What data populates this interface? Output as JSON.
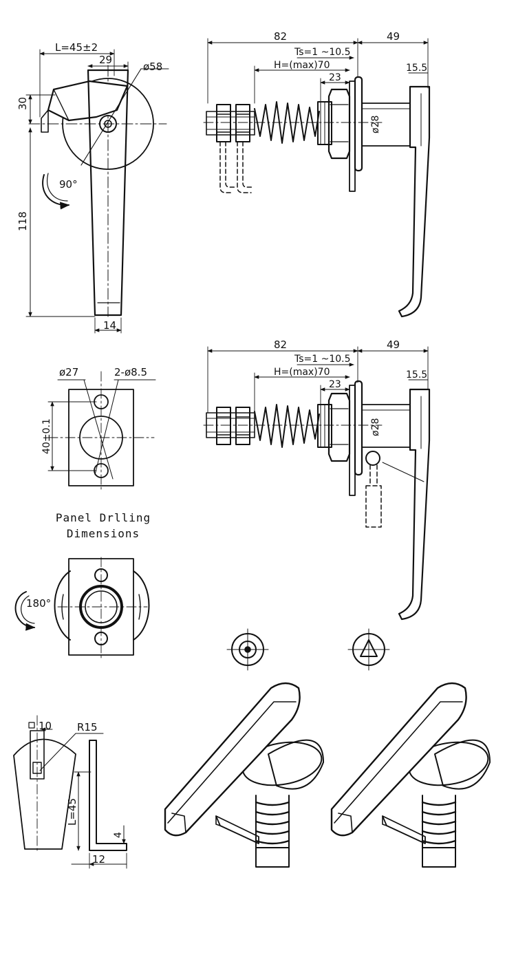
{
  "view1": {
    "l": "L=45±2",
    "w29": "29",
    "d58": "ø58",
    "h30": "30",
    "h118": "118",
    "w14": "14",
    "rot": "90°"
  },
  "side1": {
    "len82": "82",
    "len49": "49",
    "ts": "Ts=1 ~10.5",
    "h": "H=(max)70",
    "d23": "23",
    "d15": "15.5",
    "d28": "ø28"
  },
  "side2": {
    "len82": "82",
    "len49": "49",
    "ts": "Ts=1 ~10.5",
    "h": "H=(max)70",
    "d23": "23",
    "d15": "15.5",
    "d28": "ø28"
  },
  "panel": {
    "d27": "ø27",
    "holes": "2-ø8.5",
    "h40": "40±0.1",
    "caption_line1": "Panel Drlling",
    "caption_line2": "Dimensions"
  },
  "rear": {
    "rot": "180°"
  },
  "cam": {
    "w10": "10",
    "r15": "R15",
    "l45": "L=45",
    "t4": "4",
    "w12": "12"
  }
}
